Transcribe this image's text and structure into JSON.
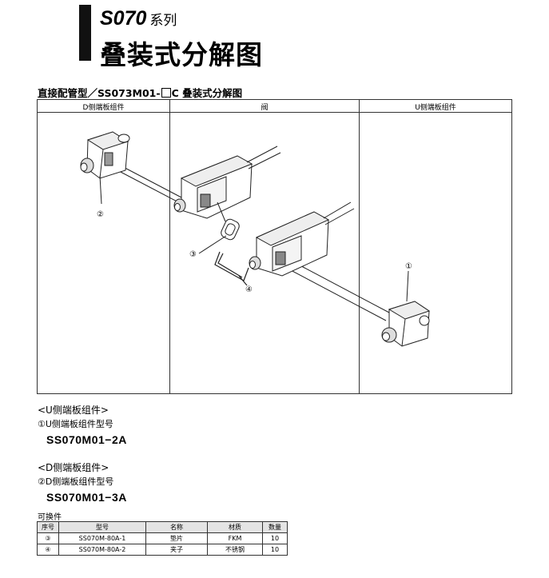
{
  "header": {
    "series_code": "S070",
    "series_suffix": "系列",
    "title": "叠装式分解图"
  },
  "subtitle": {
    "prefix": "直接配管型／SS073M01-",
    "suffix": "C  叠装式分解图"
  },
  "diagram": {
    "columns": [
      "D侧端板组件",
      "阀",
      "U侧端板组件"
    ],
    "callouts": [
      "①",
      "②",
      "③",
      "④"
    ]
  },
  "sections": [
    {
      "title": "<U侧端板组件>",
      "item": "①U侧端板组件型号",
      "code": "SS070M01−2A"
    },
    {
      "title": "<D侧端板组件>",
      "item": "②D侧端板组件型号",
      "code": "SS070M01−3A"
    }
  ],
  "parts": {
    "caption": "可换件",
    "headers": [
      "序号",
      "型号",
      "名称",
      "材质",
      "数量"
    ],
    "rows": [
      [
        "③",
        "SS070M-80A-1",
        "垫片",
        "FKM",
        "10"
      ],
      [
        "④",
        "SS070M-80A-2",
        "夹子",
        "不锈钢",
        "10"
      ]
    ]
  }
}
